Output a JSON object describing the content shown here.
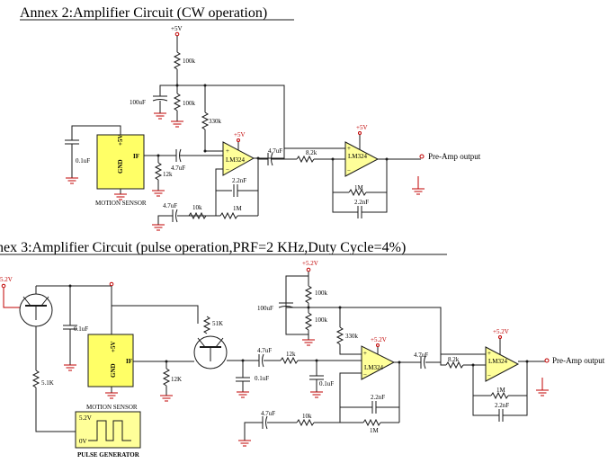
{
  "annex2": {
    "title": "Annex 2:Amplifier Circuit (CW operation)",
    "v_top": "+5V",
    "r_top": "100k",
    "c_supply": "100uF",
    "r_mid": "100k",
    "r_330k": "330k",
    "c_sensor": "0.1uF",
    "sensor_pin_vcc": "+5V",
    "sensor_pin_gnd": "GND",
    "sensor_pin_if": "IF",
    "sensor_caption": "MOTION SENSOR",
    "r_12k": "12k",
    "c_in": "4.7uF",
    "opamp1_v": "+5V",
    "opamp1_label": "LM324",
    "c_fb1": "2.2nF",
    "c_fb_in": "4.7uF",
    "r_10k": "10k",
    "r_1m": "1M",
    "c_couple": "4.7uF",
    "r_82k": "8.2k",
    "opamp2_v": "+5V",
    "opamp2_label": "LM324",
    "r_1m_2": "1M",
    "c_fb2": "2.2nF",
    "output": "Pre-Amp output"
  },
  "annex3": {
    "title": "nex 3:Amplifier Circuit (pulse operation,PRF=2 KHz,Duty Cycle=4%)",
    "v_left": "5.2V",
    "c_01": "0.1uF",
    "r_51k": "5.1K",
    "sensor_pin_vcc": "+5V",
    "sensor_pin_gnd": "GND",
    "sensor_pin_if": "IF",
    "sensor_caption": "MOTION SENSOR",
    "pulse_high": "5.2V",
    "pulse_low": "0V",
    "pulse_caption": "PULSE GENERATOR",
    "r_12k_a": "12K",
    "r_51k_b": "51K",
    "c_47_a": "4.7uF",
    "r_12k_b": "12k",
    "c_01_b": "0.1uF",
    "c_01_c": "0.1uF",
    "v_top": "+5.2V",
    "r_100k_a": "100k",
    "c_100uf": "100uF",
    "r_100k_b": "100k",
    "r_330k": "330k",
    "opamp1_v": "+5.2V",
    "opamp1_label": "LM324",
    "c_22nf_a": "2.2nF",
    "c_47_b": "4.7uF",
    "r_10k": "10k",
    "r_1m_a": "1M",
    "c_47_c": "4.7uF",
    "r_82k": "8.2k",
    "opamp2_v": "+5.2V",
    "opamp2_label": "LM324",
    "r_1m_b": "1M",
    "c_22nf_b": "2.2nF",
    "output": "Pre-Amp output"
  }
}
